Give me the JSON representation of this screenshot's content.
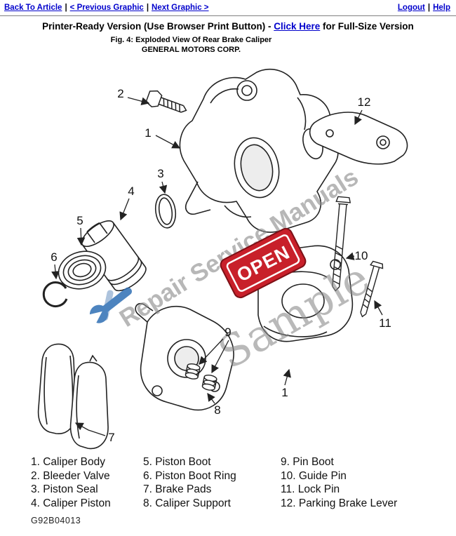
{
  "nav": {
    "separator": "|",
    "back_to_article": "Back To Article",
    "previous_graphic": "< Previous Graphic",
    "next_graphic": "Next Graphic >",
    "logout": "Logout",
    "help": "Help"
  },
  "header": {
    "printer_ready_prefix": "Printer-Ready Version (Use Browser Print Button) - ",
    "click_here_label": "Click Here",
    "printer_ready_suffix": " for Full-Size Version",
    "figure_caption": "Fig. 4: Exploded View Of Rear Brake Caliper",
    "company": "GENERAL MOTORS CORP."
  },
  "diagram": {
    "watermark_text": "Repair Service Manuals",
    "sample_text": "Sample",
    "open_sign_text": "OPEN",
    "figure_code": "G92B04013",
    "callouts": {
      "c1": "1",
      "c2": "2",
      "c3": "3",
      "c4": "4",
      "c5": "5",
      "c6": "6",
      "c7": "7",
      "c8": "8",
      "c9": "9",
      "c10": "10",
      "c11": "11",
      "c12": "12"
    }
  },
  "legend": {
    "col1": [
      "1. Caliper Body",
      "2. Bleeder Valve",
      "3. Piston Seal",
      "4. Caliper Piston"
    ],
    "col2": [
      "5. Piston Boot",
      "6. Piston Boot Ring",
      "7. Brake Pads",
      "8. Caliper Support"
    ],
    "col3": [
      "9. Pin Boot",
      "10. Guide Pin",
      "11. Lock Pin",
      "12. Parking Brake Lever"
    ]
  },
  "colors": {
    "link_blue": "#0000cc",
    "open_sign_red": "#c8202a",
    "watermark_gray": "#8a8a8a",
    "wrench_blue": "#2f6fb4"
  }
}
